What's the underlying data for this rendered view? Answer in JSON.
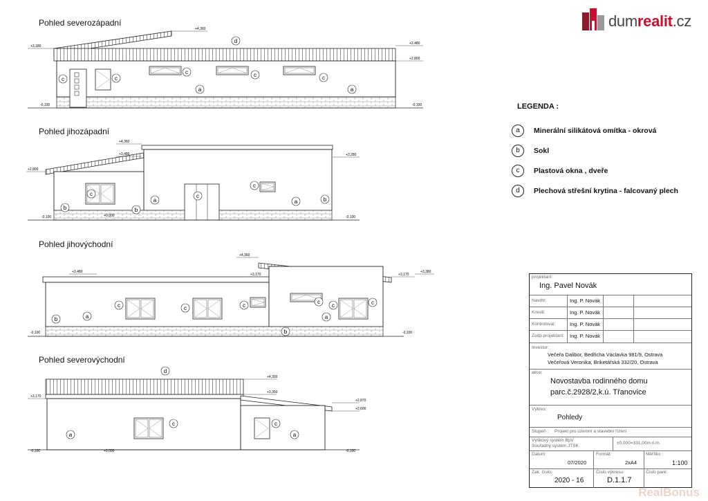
{
  "brand": {
    "prefix": "dum",
    "accent": "realit",
    "suffix": ".cz",
    "accent_color": "#c8102e"
  },
  "views": [
    {
      "title": "Pohled severozápadní",
      "levels": [
        "+4,360",
        "+3,180",
        "+2,480",
        "+2,800",
        "-0,100",
        "-0,100"
      ]
    },
    {
      "title": "Pohled jihozápadní",
      "levels": [
        "+4,360",
        "+3,480",
        "+2,800",
        "+3,280",
        "+0,000",
        "-0,100",
        "-0,100"
      ]
    },
    {
      "title": "Pohled jihovýchodní",
      "levels": [
        "+4,360",
        "+3,480",
        "+3,170",
        "+3,170",
        "+3,380",
        "-0,100",
        "-0,100"
      ]
    },
    {
      "title": "Pohled severovýchodní",
      "levels": [
        "+4,300",
        "+3,170",
        "+3,350",
        "+2,870",
        "+2,600",
        "-0,100",
        "+0,000",
        "-0,100"
      ]
    }
  ],
  "legend": {
    "title": "LEGENDA :",
    "items": [
      {
        "key": "a",
        "text": "Minerální silikátová omítka - okrová"
      },
      {
        "key": "b",
        "text": "Sokl"
      },
      {
        "key": "c",
        "text": "Plastová okna , dveře"
      },
      {
        "key": "d",
        "text": "Plechová střešní krytina - falcovaný plech"
      }
    ]
  },
  "title_block": {
    "projektant_label": "projektant:",
    "projektant": "Ing. Pavel Novák",
    "rows": [
      {
        "label": "Navrhl:",
        "value": "Ing. P. Novák"
      },
      {
        "label": "Kreslil:",
        "value": "Ing. P. Novák"
      },
      {
        "label": "Kontroloval:",
        "value": "Ing. P. Novák"
      },
      {
        "label": "Zodp.projektant:",
        "value": "Ing. P. Novák"
      }
    ],
    "investor_label": "Investor:",
    "investor_lines": [
      "Večeřa Dalibor, Bedřicha Václavka 981/9,  Ostrava",
      "Večeřová Veronika, Briketářská 332/20,  Ostrava"
    ],
    "akce_label": "akce:",
    "akce_lines": [
      "Novostavba rodinného domu",
      "parc.č.2928/2,k.ú. Třanovice"
    ],
    "vykres_label": "Výkres:",
    "vykres": "Pohledy",
    "stupen_label": "Stupeň :",
    "stupen": "Projekt pro územní a stavební řízení",
    "vyskovy": "Výškový systém BpV",
    "souradny": "Souřadný systém JTSK",
    "nula": "±0,000=331,00m.n.m.",
    "datum_label": "Datum:",
    "datum": "07/2020",
    "format_label": "Formát:",
    "format": "2xA4",
    "meritko_label": "Měřítko :",
    "meritko": "1:100",
    "zak_label": "Zak. číslo:",
    "zak": "2020 - 16",
    "cislo_label": "Číslo výkresu:",
    "cislo": "D.1.1.7",
    "pare_label": "Číslo paré:"
  },
  "watermark": "RealBonus"
}
